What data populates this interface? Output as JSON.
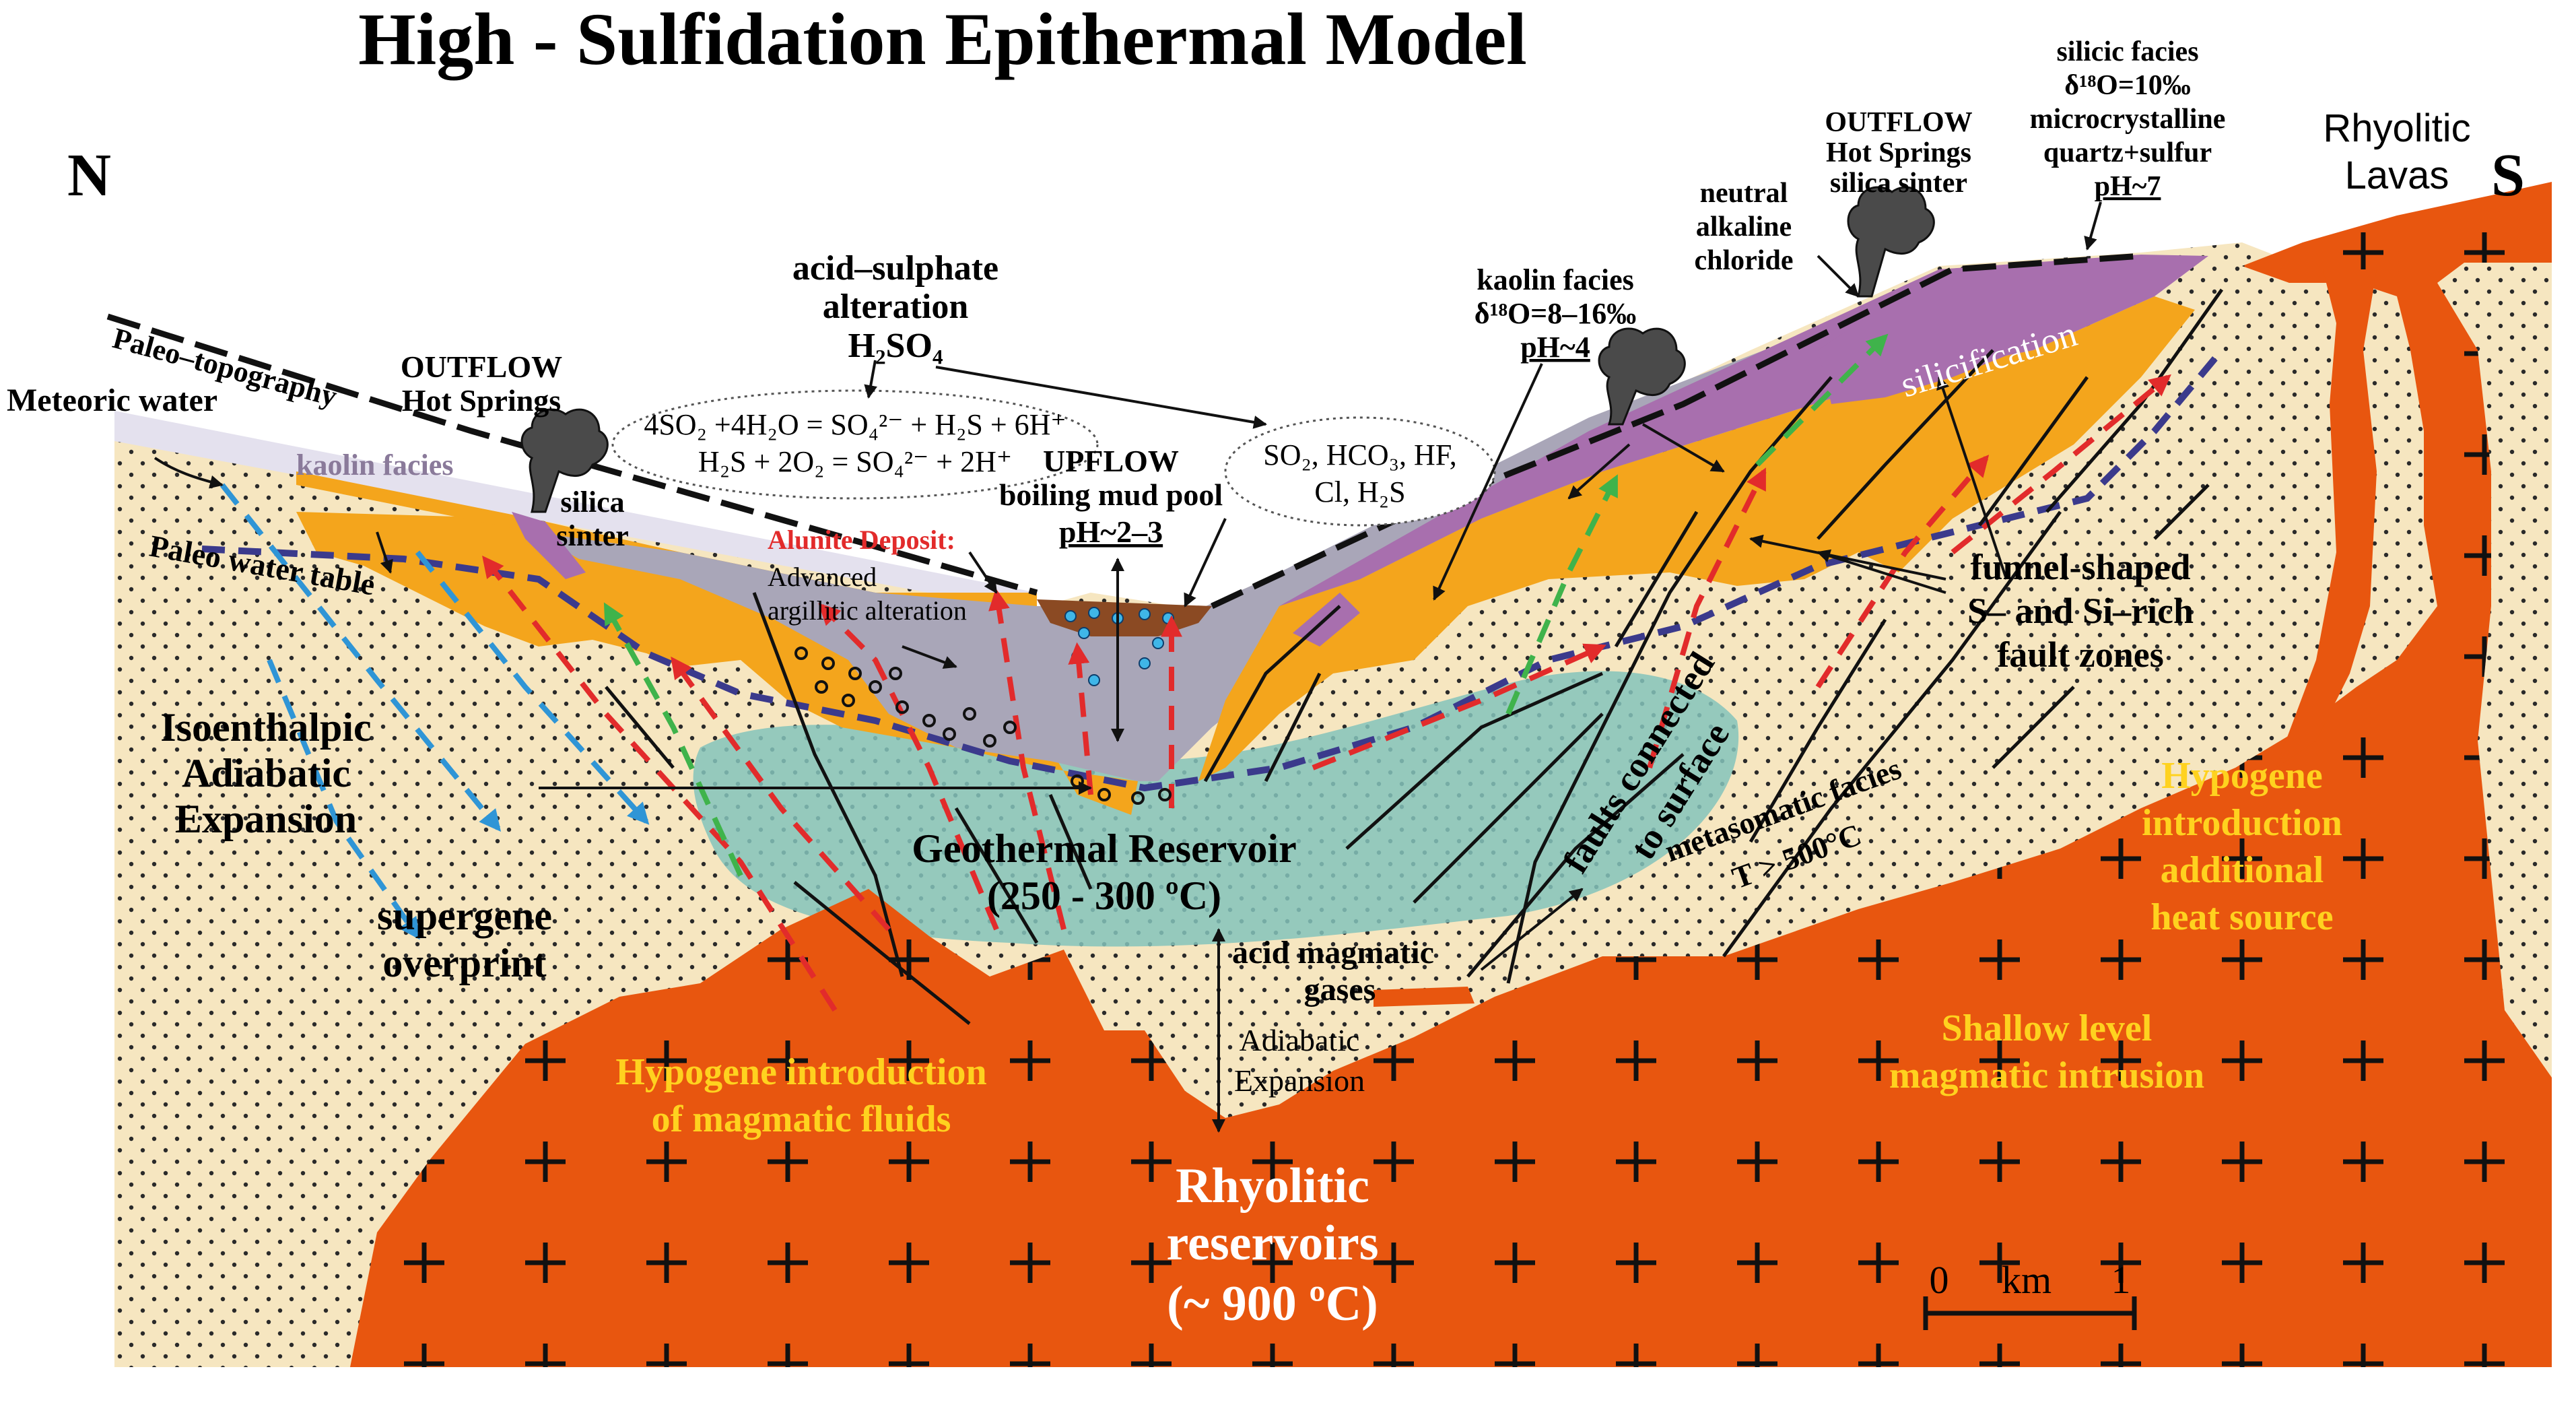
{
  "title": "High - Sulfidation Epithermal Model",
  "directions": {
    "north": "N",
    "south": "S"
  },
  "colors": {
    "host_rock": "#f6e6c0",
    "magma": "#e8560f",
    "kaolin": "#f4a51c",
    "silicic": "#a86fae",
    "acid_leach": "#a9a6b8",
    "reservoir": "#84c3bb",
    "mud_pool": "#8b4a23",
    "yellow_text": "#ffd21f",
    "red_text": "#e22b2b",
    "meteoric_arrow": "#2f95d6",
    "fault_line": "#111111"
  },
  "labels": {
    "paleo_topography": "Paleo–topography",
    "meteoric_water": "Meteoric water",
    "paleo_water_table": "Paleo water table",
    "outflow_left": [
      "OUTFLOW",
      "Hot Springs"
    ],
    "kaolin_facies_left": "kaolin facies",
    "silica_sinter": [
      "silica",
      "sinter"
    ],
    "acid_sulphate": [
      "acid–sulphate",
      "alteration",
      "H₂SO₄"
    ],
    "reaction_1": "4SO₂ +4H₂O = SO₄²⁻ + H₂S + 6H⁺",
    "reaction_2": "H₂S + 2O₂ = SO₄²⁻ + 2H⁺",
    "gases": [
      "SO₂, HCO₃, HF,",
      "Cl, H₂S"
    ],
    "upflow": [
      "UPFLOW",
      "boiling mud pool",
      "pH~2–3"
    ],
    "alunite": "Alunite Deposit:",
    "advanced_argillic": [
      "Advanced",
      "argillitic alteration"
    ],
    "isoenthalpic": [
      "Isoenthalpic",
      "Adiabatic",
      "Expansion"
    ],
    "supergene": [
      "supergene",
      "overprint"
    ],
    "geothermal_reservoir": [
      "Geothermal Reservoir",
      "(250 - 300 ºC)"
    ],
    "acid_magmatic_gases": [
      "acid magmatic",
      "gases"
    ],
    "adiabatic_expansion": [
      "Adiabatic",
      "Expansion"
    ],
    "hypogene_magmatic": [
      "Hypogene introduction",
      "of magmatic fluids"
    ],
    "rhyolitic_reservoirs": [
      "Rhyolitic",
      "reservoirs",
      "(~ 900 ºC)"
    ],
    "kaolin_facies_right": [
      "kaolin facies",
      "δ¹⁸O=8–16‰",
      "pH~4"
    ],
    "neutral_alkaline": [
      "neutral",
      "alkaline",
      "chloride"
    ],
    "outflow_right": [
      "OUTFLOW",
      "Hot Springs",
      "silica sinter"
    ],
    "silicic_facies": [
      "silicic facies",
      "δ¹⁸O=10‰",
      "microcrystalline",
      "quartz+sulfur",
      "pH~7"
    ],
    "rhyolitic_lavas": [
      "Rhyolitic",
      "Lavas"
    ],
    "silicification": "silicification",
    "funnel_shaped": [
      "funnel-shaped",
      "S– and Si–rich",
      "fault zones"
    ],
    "faults_connected": [
      "faults connected",
      "to surface"
    ],
    "metasomatic": [
      "metasomatic facies",
      "T > 500°C"
    ],
    "hypogene_additional": [
      "Hypogene",
      "introduction",
      "additional",
      "heat source"
    ],
    "shallow_intrusion": [
      "Shallow level",
      "magmatic intrusion"
    ]
  },
  "scale_bar": {
    "start": "0",
    "unit": "km",
    "end": "1"
  }
}
